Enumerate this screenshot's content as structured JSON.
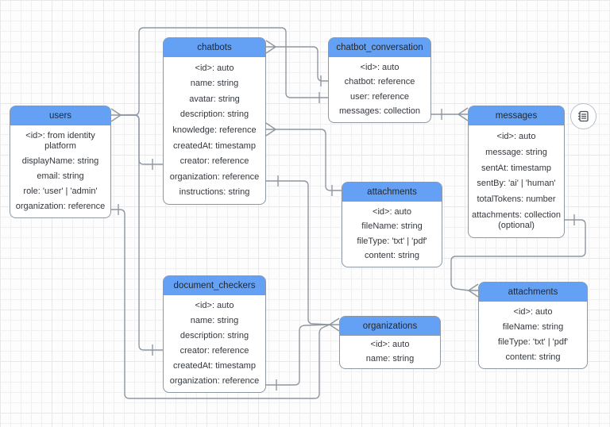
{
  "colors": {
    "header_fill": "#64a1f4",
    "box_border": "#8f97a1",
    "connector": "#8f97a1",
    "text": "#33373d",
    "canvas_bg": "#fdfdfd",
    "grid_line": "#f0f0f1",
    "grid_line_major": "#e8e8ea",
    "note_border": "#b9bfc6",
    "note_glyph": "#4a4f55"
  },
  "icons": {
    "messages_note": "notepad-icon"
  },
  "entities": [
    {
      "key": "users",
      "name": "users",
      "fields": [
        "<id>: from identity platform",
        "displayName: string",
        "email: string",
        "role: 'user' | 'admin'",
        "organization: reference"
      ]
    },
    {
      "key": "chatbots",
      "name": "chatbots",
      "fields": [
        "<id>: auto",
        "name: string",
        "avatar: string",
        "description: string",
        "knowledge: reference",
        "createdAt: timestamp",
        "creator: reference",
        "organization: reference",
        "instructions: string"
      ]
    },
    {
      "key": "chatbot_conversation",
      "name": "chatbot_conversation",
      "fields": [
        "<id>: auto",
        "chatbot: reference",
        "user: reference",
        "messages: collection"
      ]
    },
    {
      "key": "messages",
      "name": "messages",
      "fields": [
        "<id>: auto",
        "message: string",
        "sentAt: timestamp",
        "sentBy: 'ai' | 'human'",
        "totalTokens: number",
        "attachments: collection (optional)"
      ]
    },
    {
      "key": "attachments_mid",
      "name": "attachments",
      "fields": [
        "<id>: auto",
        "fileName: string",
        "fileType: 'txt' | 'pdf'",
        "content: string"
      ]
    },
    {
      "key": "document_checkers",
      "name": "document_checkers",
      "fields": [
        "<id>: auto",
        "name: string",
        "description: string",
        "creator: reference",
        "createdAt: timestamp",
        "organization: reference"
      ]
    },
    {
      "key": "organizations",
      "name": "organizations",
      "fields": [
        "<id>: auto",
        "name: string"
      ]
    },
    {
      "key": "attachments_br",
      "name": "attachments",
      "fields": [
        "<id>: auto",
        "fileName: string",
        "fileType: 'txt' | 'pdf'",
        "content: string"
      ]
    }
  ]
}
